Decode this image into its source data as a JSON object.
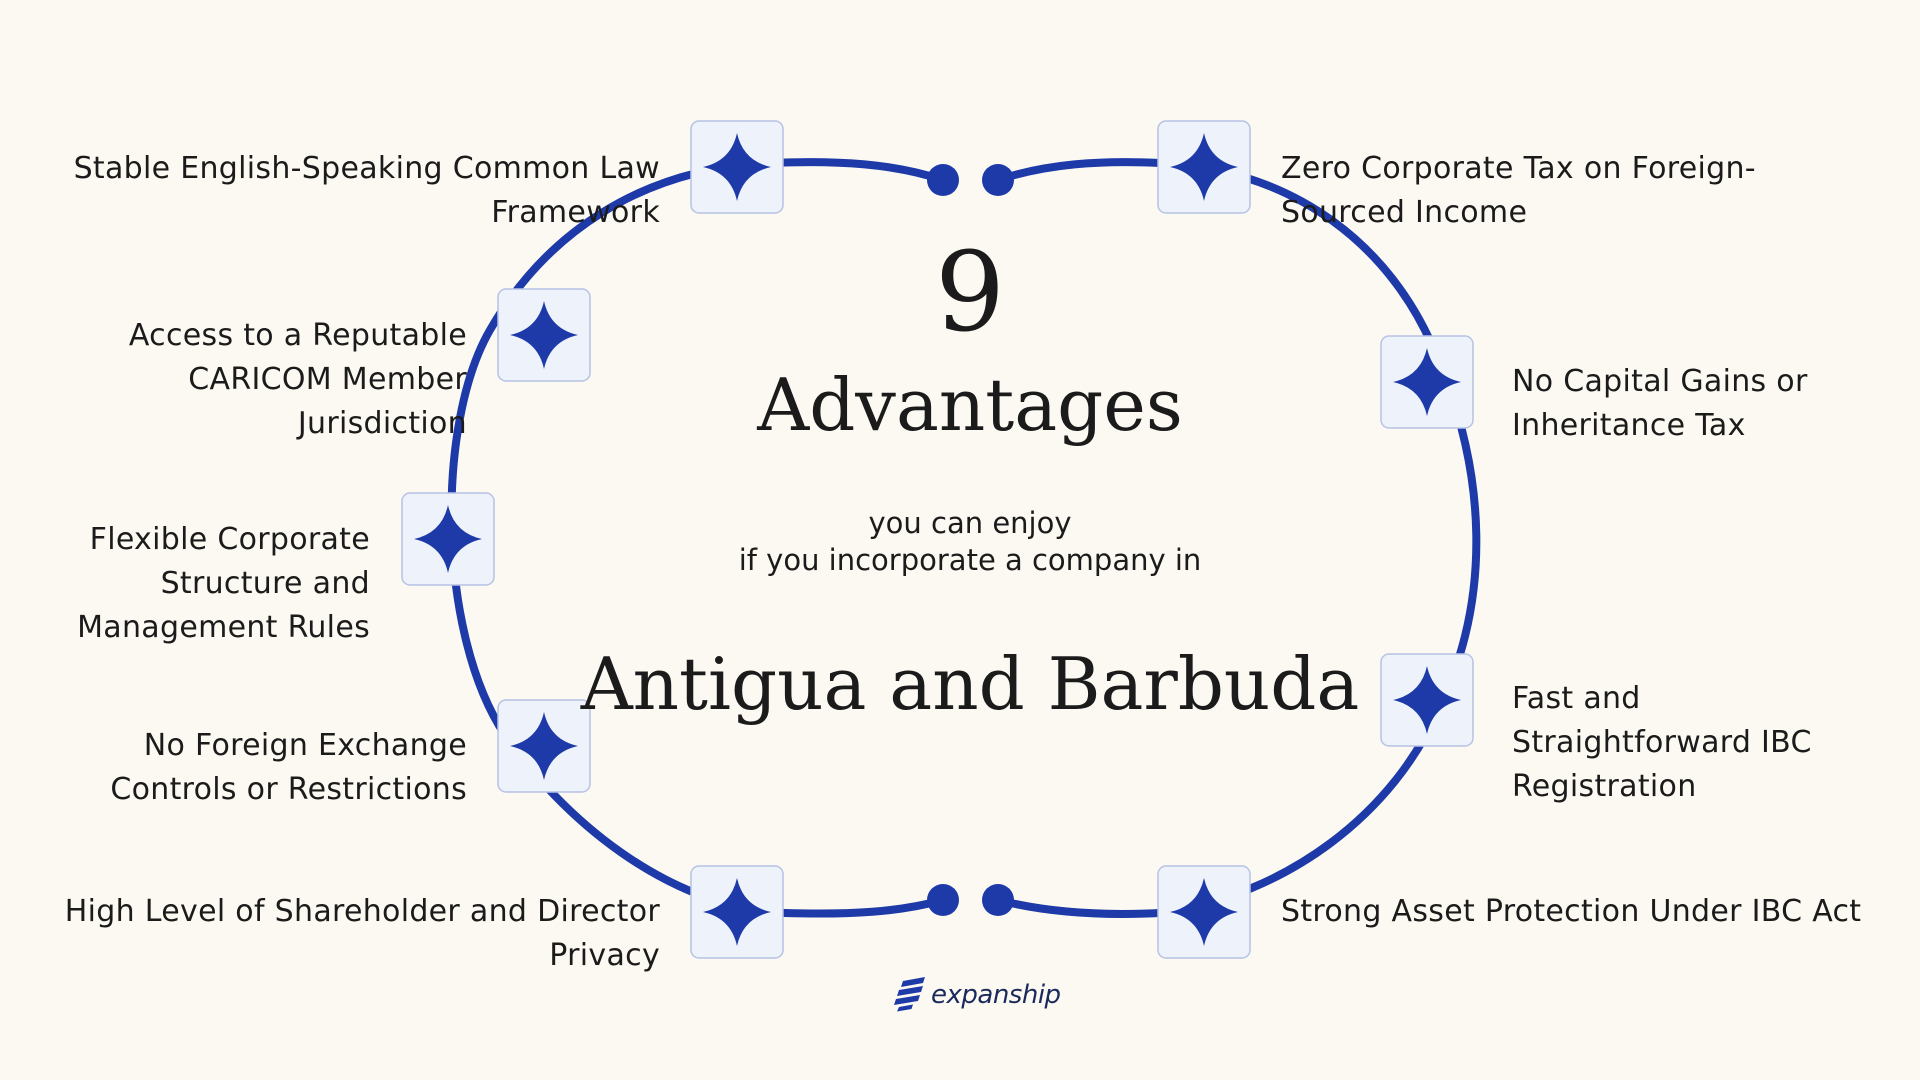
{
  "center": {
    "number": "9",
    "title": "Advantages",
    "subtitle_line1": "you can enjoy",
    "subtitle_line2": "if you incorporate a company in",
    "country": "Antigua and Barbuda"
  },
  "advantages": [
    {
      "lines": [
        "Stable English-Speaking Common Law",
        "Framework"
      ]
    },
    {
      "lines": [
        "Access to a Reputable",
        "CARICOM Member",
        "Jurisdiction"
      ]
    },
    {
      "lines": [
        "Flexible Corporate",
        "Structure and",
        "Management Rules"
      ]
    },
    {
      "lines": [
        "No Foreign Exchange",
        "Controls or Restrictions"
      ]
    },
    {
      "lines": [
        "High Level of Shareholder and Director",
        "Privacy"
      ]
    },
    {
      "lines": [
        "Zero Corporate Tax on Foreign-",
        "Sourced Income"
      ]
    },
    {
      "lines": [
        "No Capital Gains or",
        "Inheritance Tax"
      ]
    },
    {
      "lines": [
        "Fast and",
        "Straightforward IBC",
        "Registration"
      ]
    },
    {
      "lines": [
        "Strong Asset Protection Under IBC Act"
      ]
    }
  ],
  "logo": {
    "text": "expanship",
    "icon": "expanship-logo-icon"
  },
  "icon": "four-point-star-icon",
  "colors": {
    "ring": "#1d3aa8",
    "star": "#1d3aa8",
    "tile_bg": "#eef2fb",
    "tile_border": "#b6c2e6",
    "background": "#fcf9f2"
  }
}
